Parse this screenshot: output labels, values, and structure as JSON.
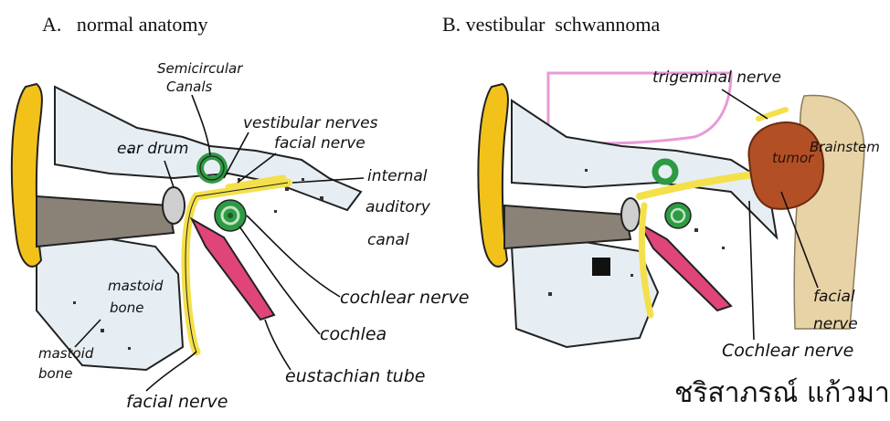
{
  "panels": {
    "a": {
      "title": "A.   normal anatomy"
    },
    "b": {
      "title": "B. vestibular  schwannoma"
    }
  },
  "labels_a": {
    "semicircular_canals_1": "Semicircular",
    "semicircular_canals_2": "Canals",
    "vestibular_nerves": "vestibular nerves",
    "facial_nerve_top": "facial nerve",
    "ear_drum": "ear drum",
    "internal_auditory_canal_1": "internal",
    "internal_auditory_canal_2": "auditory",
    "internal_auditory_canal_3": "canal",
    "mastoid_bone_inner_1": "mastoid",
    "mastoid_bone_inner_2": "bone",
    "mastoid_bone_outer_1": "mastoid",
    "mastoid_bone_outer_2": "bone",
    "cochlear_nerve": "cochlear nerve",
    "cochlea": "cochlea",
    "eustachian_tube": "eustachian tube",
    "facial_nerve_bottom": "facial nerve"
  },
  "labels_b": {
    "trigeminal_nerve": "trigeminal nerve",
    "tumor": "tumor",
    "brainstem": "Brainstem",
    "facial_nerve_1": "facial",
    "facial_nerve_2": "nerve",
    "cochlear_nerve": "Cochlear nerve",
    "signature": "ชริสาภรณ์ แก้วมาตย์"
  },
  "colors": {
    "ear_yellow": "#f2c21b",
    "canal_gray": "#8a8177",
    "labyrinth_green": "#2e9a44",
    "nerve_yellow": "#f4e04a",
    "tube_pink": "#e0457a",
    "bone_fill": "#e6eef3",
    "tumor_brown": "#b24f25",
    "brain_beige": "#e8d3a6",
    "dura_pink": "#e89ad6"
  }
}
